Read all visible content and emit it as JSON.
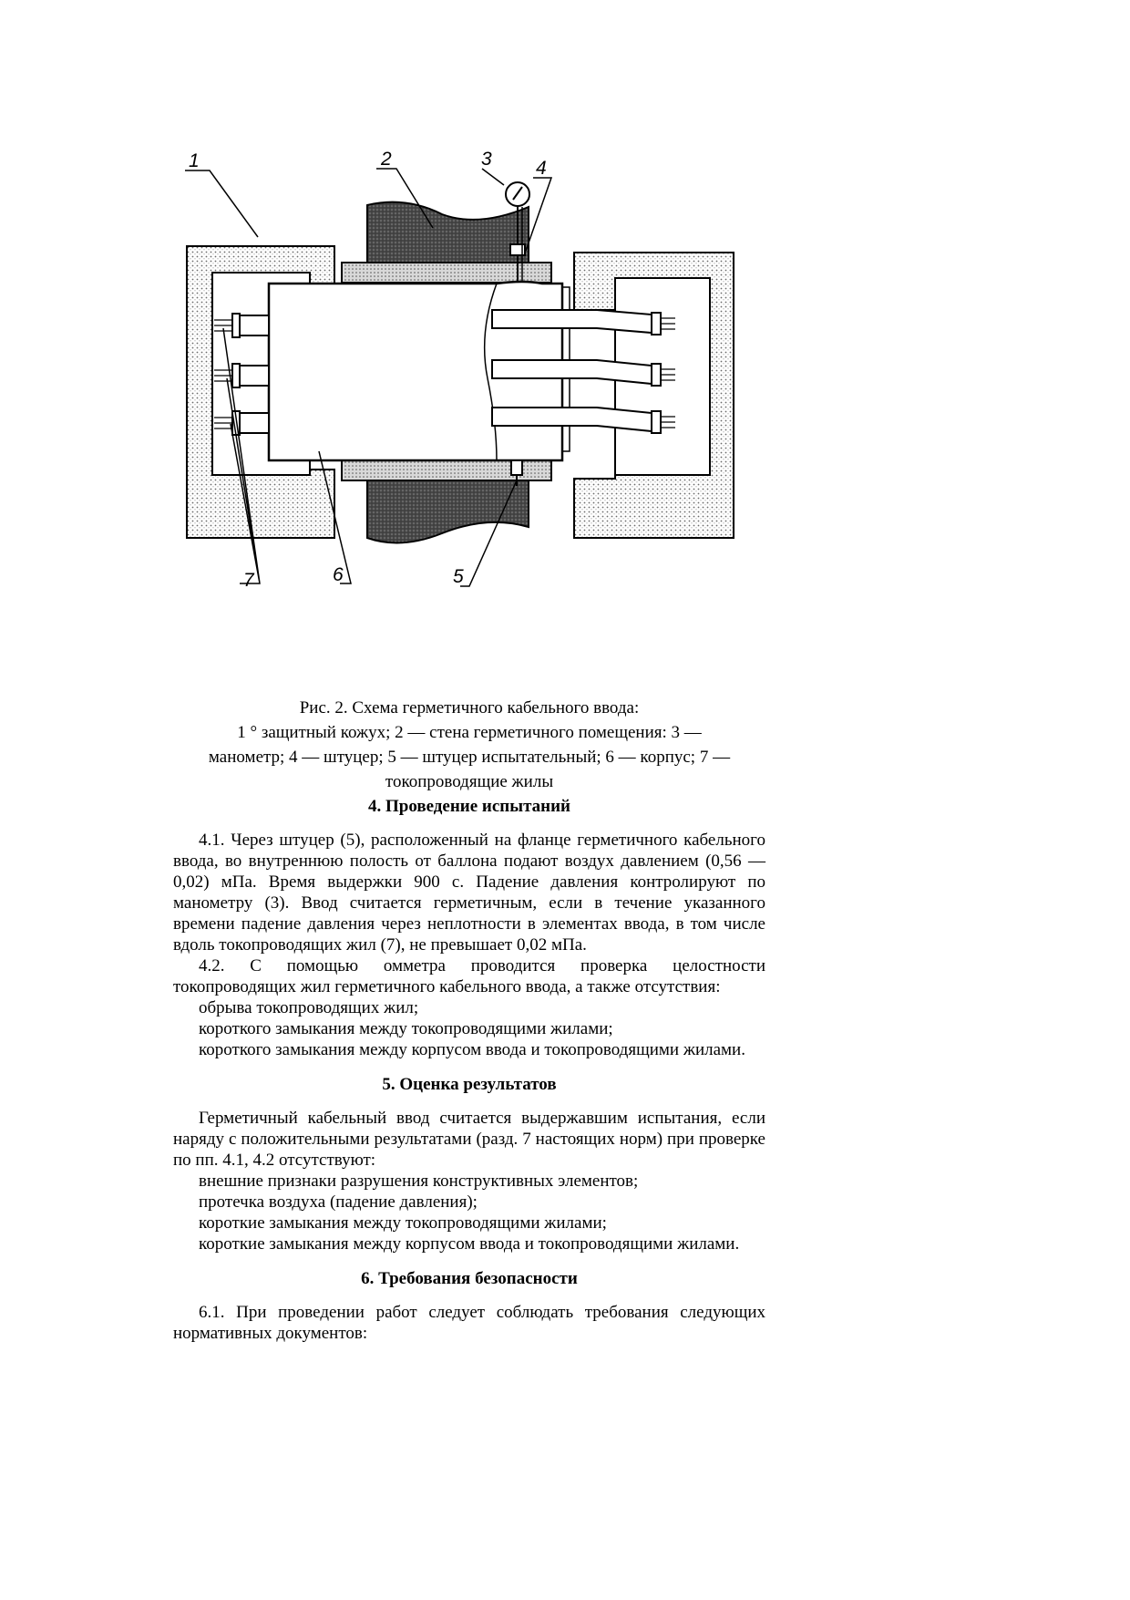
{
  "figure": {
    "callouts": [
      "1",
      "2",
      "3",
      "4",
      "5",
      "6",
      "7"
    ]
  },
  "caption": {
    "line1": "Рис. 2. Схема герметичного кабельного ввода:",
    "line2": "1 ° защитный кожух; 2 — стена герметичного помещения: 3 —",
    "line3": "манометр; 4 — штуцер; 5 — штуцер испытательный; 6 — корпус; 7 —",
    "line4": "токопроводящие жилы"
  },
  "section4": {
    "heading": "4. Проведение испытаний",
    "p1": "4.1. Через штуцер (5), расположенный на фланце герметичного кабельного ввода, во внутреннюю полость от баллона подают воздух давлением (0,56 — 0,02) мПа. Время выдержки 900 с. Падение давления контролируют по манометру (3). Ввод считается герметичным, если в течение указанного времени падение давления через неплотности в элементах ввода, в том числе вдоль токопроводящих жил (7), не превышает 0,02 мПа.",
    "p2": "4.2. С помощью омметра проводится проверка целостности токопроводящих жил герметичного кабельного ввода, а также отсутствия:",
    "items": [
      "обрыва токопроводящих жил;",
      "короткого замыкания между токопроводящими жилами;",
      "короткого замыкания между корпусом ввода и токопроводящими жилами."
    ]
  },
  "section5": {
    "heading": "5. Оценка результатов",
    "p1": "Герметичный кабельный ввод считается выдержавшим испытания, если наряду с положительными результатами (разд. 7 настоящих норм) при проверке по пп. 4.1, 4.2 отсутствуют:",
    "items": [
      "внешние признаки разрушения конструктивных элементов;",
      "протечка воздуха (падение давления);",
      "короткие замыкания между токопроводящими жилами;",
      "короткие замыкания между корпусом ввода и токопроводящими жилами."
    ]
  },
  "section6": {
    "heading": "6. Требования безопасности",
    "p1": "6.1. При проведении работ следует соблюдать требования следующих нормативных документов:"
  }
}
